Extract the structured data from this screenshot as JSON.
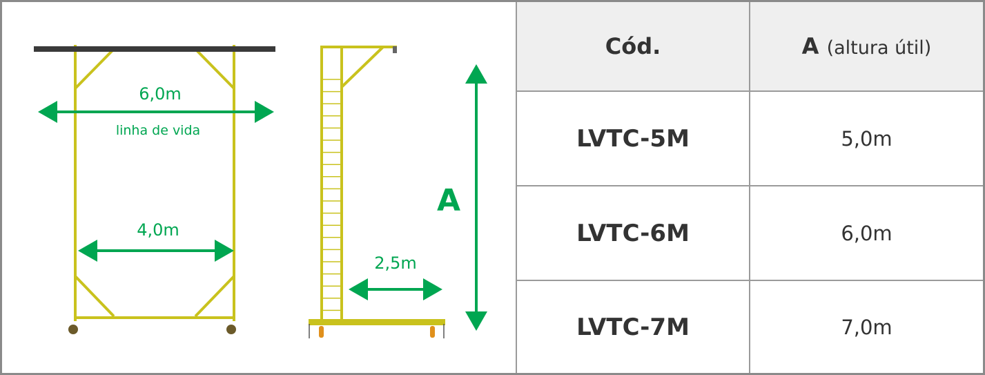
{
  "drawing": {
    "width_label": "6,0m",
    "lifeline_label": "linha de vida",
    "inner_width_label": "4,0m",
    "base_label": "2,5m",
    "height_label": "A",
    "colors": {
      "frame": "#c9c21d",
      "dimension": "#00a651",
      "beam": "#3a3a3a"
    }
  },
  "table": {
    "headers": {
      "code": "Cód.",
      "height_letter": "A",
      "height_desc": "(altura útil)"
    },
    "rows": [
      {
        "code": "LVTC-5M",
        "height": "5,0m"
      },
      {
        "code": "LVTC-6M",
        "height": "6,0m"
      },
      {
        "code": "LVTC-7M",
        "height": "7,0m"
      }
    ]
  }
}
